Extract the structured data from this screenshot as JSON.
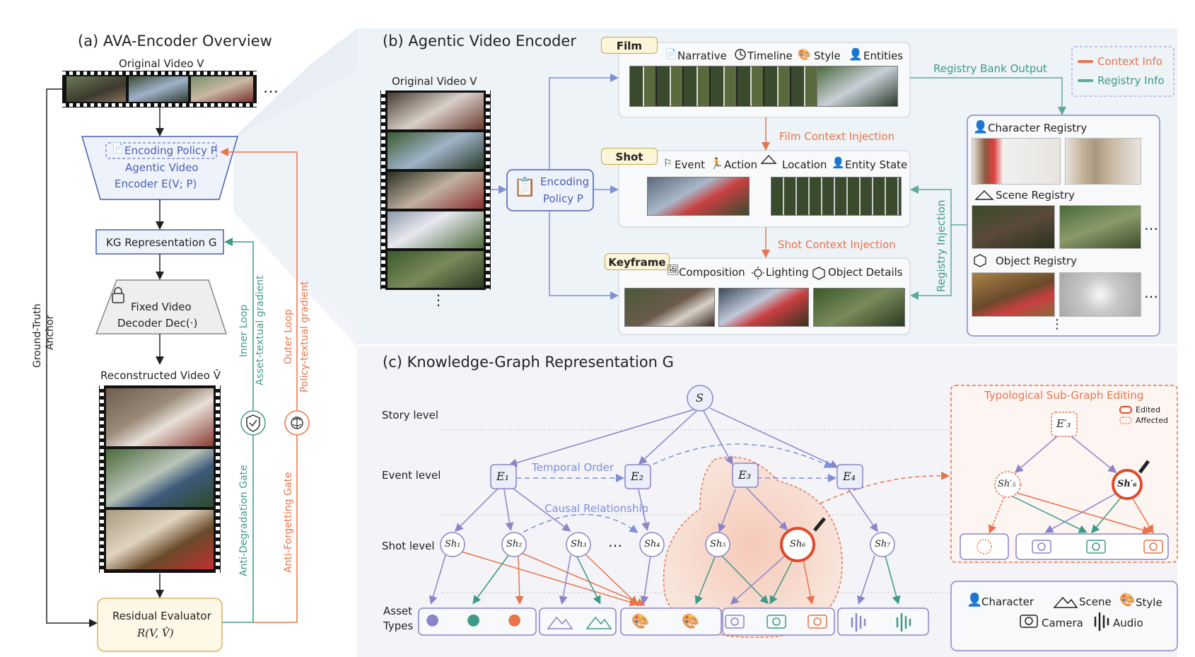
{
  "panel_a": {
    "title": "(a) AVA-Encoder Overview",
    "original_video": "Original Video V",
    "ellipsis": "…",
    "encoding_policy": "Encoding Policy P",
    "agentic_encoder_line1": "Agentic Video",
    "agentic_encoder_line2": "Encoder E(V; P)",
    "kg_representation": "KG Representation G",
    "fixed_decoder_line1": "Fixed Video",
    "fixed_decoder_line2": "Decoder Dec(·)",
    "reconstructed_video": "Reconstructed Video V̂",
    "residual_line1": "Residual Evaluator",
    "residual_line2": "R(V, V̂)",
    "ground_truth_line1": "Ground-Truth",
    "ground_truth_line2": "Anchor",
    "inner_loop": "Inner Loop",
    "asset_gradient": "Asset-textual gradient",
    "outer_loop": "Outer Loop",
    "policy_gradient": "Policy-textual gradient",
    "anti_degradation": "Anti-Degradation Gate",
    "anti_forgetting": "Anti-Forgetting Gate"
  },
  "panel_b": {
    "title": "(b) Agentic Video Encoder",
    "original_video": "Original Video V",
    "encoding_policy_line1": "Encoding",
    "encoding_policy_line2": "Policy P",
    "film_tag": "Film",
    "film_items": [
      "Narrative",
      "Timeline",
      "Style",
      "Entities"
    ],
    "shot_tag": "Shot",
    "shot_items": [
      "Event",
      "Action",
      "Location",
      "Entity State"
    ],
    "keyframe_tag": "Keyframe",
    "keyframe_items": [
      "Composition",
      "Lighting",
      "Object Details"
    ],
    "film_context": "Film Context Injection",
    "shot_context": "Shot Context Injection",
    "registry_bank": "Registry Bank Output",
    "registry_injection": "Registry Injection",
    "legend_context": "Context Info",
    "legend_registry": "Registry Info",
    "character_registry": "Character  Registry",
    "scene_registry": "Scene Registry",
    "object_registry": "Object Registry",
    "dots": "…",
    "vdots": "⋮"
  },
  "panel_c": {
    "title": "(c) Knowledge-Graph Representation G",
    "story_level": "Story level",
    "event_level": "Event level",
    "shot_level": "Shot level",
    "asset_types_line1": "Asset",
    "asset_types_line2": "Types",
    "temporal_order": "Temporal Order",
    "causal_relationship": "Causal Relationship",
    "story_node": "S",
    "event_nodes": [
      "E₁",
      "E₂",
      "E₃",
      "E₄"
    ],
    "shot_nodes": [
      "Sh₁",
      "Sh₂",
      "Sh₃",
      "Sh₄",
      "Sh₅",
      "Sh₆",
      "Sh₇"
    ],
    "shot_ellipsis": "…",
    "subgraph_title": "Typological Sub-Graph Editing",
    "edited": "Edited",
    "affected": "Affected",
    "edited_event": "E′₃",
    "edited_shot5": "Sh′₅",
    "edited_shot6": "Sh′₆",
    "legend_character": "Character",
    "legend_scene": "Scene",
    "legend_style": "Style",
    "legend_camera": "Camera",
    "legend_audio": "Audio"
  },
  "colors": {
    "blue": "#4a5fb0",
    "orange": "#e8744a",
    "teal": "#3d9a86",
    "purple": "#8a84c9",
    "node_fill": "#eceefa",
    "panel_bg": "#eef3f8"
  }
}
